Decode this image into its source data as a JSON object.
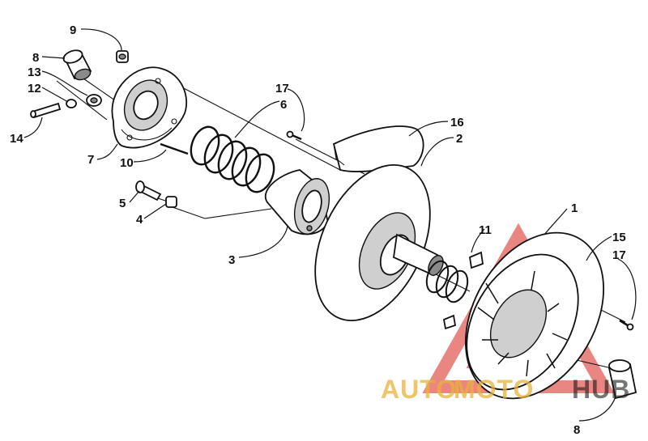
{
  "callouts": [
    {
      "id": "c9",
      "text": "9"
    },
    {
      "id": "c8a",
      "text": "8"
    },
    {
      "id": "c13",
      "text": "13"
    },
    {
      "id": "c12",
      "text": "12"
    },
    {
      "id": "c14",
      "text": "14"
    },
    {
      "id": "c7",
      "text": "7"
    },
    {
      "id": "c10",
      "text": "10"
    },
    {
      "id": "c5",
      "text": "5"
    },
    {
      "id": "c4",
      "text": "4"
    },
    {
      "id": "c17a",
      "text": "17"
    },
    {
      "id": "c6",
      "text": "6"
    },
    {
      "id": "c3",
      "text": "3"
    },
    {
      "id": "c16",
      "text": "16"
    },
    {
      "id": "c2",
      "text": "2"
    },
    {
      "id": "c11",
      "text": "11"
    },
    {
      "id": "c1",
      "text": "1"
    },
    {
      "id": "c15",
      "text": "15"
    },
    {
      "id": "c17b",
      "text": "17"
    },
    {
      "id": "c8b",
      "text": "8"
    }
  ],
  "watermark": {
    "part1": "AUTO",
    "part2": "MOTO",
    "part3": "HUB",
    "color_main": "#e8b23a",
    "color_hub": "#1a1a1a",
    "triangle_color": "#d9241c"
  }
}
